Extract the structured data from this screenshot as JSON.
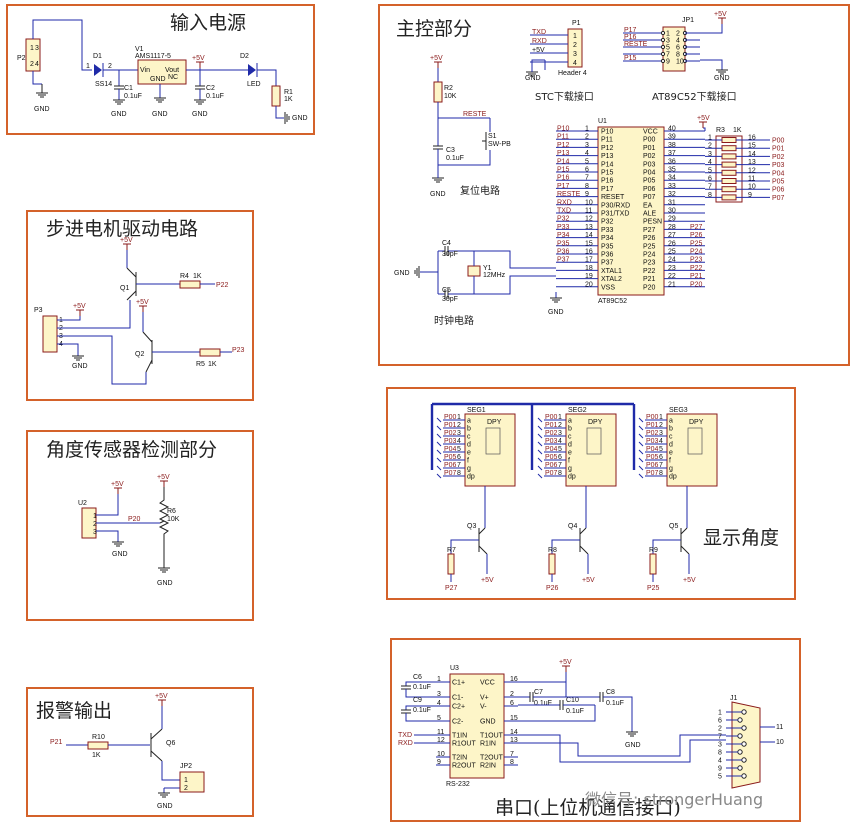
{
  "power": {
    "title": "输入电源",
    "p2": "P2",
    "d1": "D1",
    "d1_part": "SS14",
    "v1": "V1",
    "v1_part": "AMS1117-5",
    "vin": "Vin",
    "vout": "Vout",
    "gnd_nc": "GND",
    "nc": "NC",
    "c1": "C1",
    "c1_val": "0.1uF",
    "c2": "C2",
    "c2_val": "0.1uF",
    "d2": "D2",
    "d2_part": "LED",
    "r1": "R1",
    "r1_val": "1K",
    "plus5v": "+5V",
    "gnd": "GND",
    "pin1": "1",
    "pin2": "2",
    "pin3": "3",
    "pin4": "4"
  },
  "mcu": {
    "title": "主控部分",
    "p1": "P1",
    "p1_pins": [
      "TXD",
      "RXD",
      "+5V",
      ""
    ],
    "p1_nums": [
      "1",
      "2",
      "3",
      "4"
    ],
    "p1_part": "Header 4",
    "stc_caption": "STC下载接口",
    "jp1": "JP1",
    "jp1_left": [
      "P17",
      "P16",
      "RESTE",
      "",
      "P15"
    ],
    "jp1_nums_l": [
      "1",
      "3",
      "5",
      "7",
      "9"
    ],
    "jp1_nums_r": [
      "2",
      "4",
      "6",
      "8",
      "10"
    ],
    "at_caption": "AT89C52下载接口",
    "plus5v": "+5V",
    "gnd": "GND",
    "r2": "R2",
    "r2_val": "10K",
    "reste": "RESTE",
    "s1": "S1",
    "s1_part": "SW-PB",
    "c3": "C3",
    "c3_val": "0.1uF",
    "reset_caption": "复位电路",
    "u1": "U1",
    "u1_part": "AT89C52",
    "left_nets": [
      "P10",
      "P11",
      "P12",
      "P13",
      "P14",
      "P15",
      "P16",
      "P17",
      "RESTE",
      "RXD",
      "TXD",
      "P32",
      "P33",
      "P34",
      "P35",
      "P36",
      "P37",
      "",
      "",
      ""
    ],
    "left_nums": [
      "1",
      "2",
      "3",
      "4",
      "5",
      "6",
      "7",
      "8",
      "9",
      "10",
      "11",
      "12",
      "13",
      "14",
      "15",
      "16",
      "17",
      "18",
      "19",
      "20"
    ],
    "left_pins": [
      "P10",
      "P11",
      "P12",
      "P13",
      "P14",
      "P15",
      "P16",
      "P17",
      "RESET",
      "P30/RXD",
      "P31/TXD",
      "P32",
      "P33",
      "P34",
      "P35",
      "P36",
      "P37",
      "XTAL1",
      "XTAL2",
      "VSS"
    ],
    "right_pins": [
      "VCC",
      "P00",
      "P01",
      "P02",
      "P03",
      "P04",
      "P05",
      "P06",
      "P07",
      "EA",
      "ALE",
      "PESN",
      "P27",
      "P26",
      "P25",
      "P24",
      "P23",
      "P22",
      "P21",
      "P20"
    ],
    "right_nums": [
      "40",
      "39",
      "38",
      "37",
      "36",
      "35",
      "34",
      "33",
      "32",
      "31",
      "30",
      "29",
      "28",
      "27",
      "26",
      "25",
      "24",
      "23",
      "22",
      "21"
    ],
    "right_nets": [
      "",
      "",
      "",
      "",
      "",
      "",
      "",
      "",
      "",
      "",
      "",
      "",
      "P27",
      "P26",
      "P25",
      "P24",
      "P23",
      "P22",
      "P21",
      "P20"
    ],
    "r3": "R3",
    "r3_val": "1K",
    "r3_left": [
      "1",
      "2",
      "3",
      "4",
      "5",
      "6",
      "7",
      "8"
    ],
    "r3_right": [
      "16",
      "15",
      "14",
      "13",
      "12",
      "11",
      "10",
      "9"
    ],
    "r3_nets": [
      "P00",
      "P01",
      "P02",
      "P03",
      "P04",
      "P05",
      "P06",
      "P07"
    ],
    "c4": "C4",
    "c4_val": "30pF",
    "c5": "C5",
    "c5_val": "30pF",
    "y1": "Y1",
    "y1_val": "12MHz",
    "clock_caption": "时钟电路"
  },
  "stepper": {
    "title": "步进电机驱动电路",
    "plus5v": "+5V",
    "q1": "Q1",
    "q2": "Q2",
    "r4": "R4",
    "r4_val": "1K",
    "r5": "R5",
    "r5_val": "1K",
    "p22": "P22",
    "p23": "P23",
    "p3": "P3",
    "gnd": "GND",
    "pins": [
      "1",
      "2",
      "3",
      "4"
    ]
  },
  "display": {
    "title": "显示角度",
    "segs": [
      {
        "name": "SEG1",
        "q": "Q3",
        "r": "R7",
        "net": "P27"
      },
      {
        "name": "SEG2",
        "q": "Q4",
        "r": "R8",
        "net": "P26"
      },
      {
        "name": "SEG3",
        "q": "Q5",
        "r": "R9",
        "net": "P25"
      }
    ],
    "seg_nets": [
      "P00",
      "P01",
      "P02",
      "P03",
      "P04",
      "P05",
      "P06",
      "P07"
    ],
    "seg_pins": [
      "a",
      "b",
      "c",
      "d",
      "e",
      "f",
      "g",
      "dp"
    ],
    "seg_nums": [
      "1",
      "2",
      "3",
      "4",
      "5",
      "6",
      "7",
      "8"
    ],
    "dpy": "DPY",
    "plus5v": "+5V"
  },
  "angle": {
    "title": "角度传感器检测部分",
    "u2": "U2",
    "plus5v": "+5V",
    "gnd": "GND",
    "r6": "R6",
    "r6_val": "10K",
    "p20": "P20",
    "pins": [
      "1",
      "2",
      "3"
    ]
  },
  "alarm": {
    "title": "报警输出",
    "plus5v": "+5V",
    "p21": "P21",
    "r10": "R10",
    "r10_val": "1K",
    "q6": "Q6",
    "jp2": "JP2",
    "gnd": "GND",
    "pins": [
      "1",
      "2"
    ]
  },
  "serial": {
    "title": "串口(上位机通信接口)",
    "u3": "U3",
    "u3_part": "RS-232",
    "left_pins": [
      "C1+",
      "C1-",
      "C2+",
      "C2-",
      "T1IN",
      "R1OUT",
      "T2IN",
      "R2OUT"
    ],
    "left_nums": [
      "1",
      "3",
      "4",
      "5",
      "11",
      "12",
      "10",
      "9"
    ],
    "right_pins": [
      "VCC",
      "V+",
      "V-",
      "GND",
      "T1OUT",
      "R1IN",
      "T2OUT",
      "R2IN"
    ],
    "right_nums": [
      "16",
      "2",
      "6",
      "15",
      "14",
      "13",
      "7",
      "8"
    ],
    "c6": "C6",
    "c6_val": "0.1uF",
    "c9": "C9",
    "c9_val": "0.1uF",
    "c7": "C7",
    "c7_val": "0.1uF",
    "c10": "C10",
    "c10_val": "0.1uF",
    "c8": "C8",
    "c8_val": "0.1uF",
    "txd": "TXD",
    "rxd": "RXD",
    "plus5v": "+5V",
    "gnd": "GND",
    "j1": "J1",
    "j1_pins": [
      "1",
      "6",
      "2",
      "7",
      "3",
      "8",
      "4",
      "9",
      "5"
    ],
    "j1_side": [
      "11",
      "10"
    ]
  },
  "watermark": "微信号: strongerHuang"
}
